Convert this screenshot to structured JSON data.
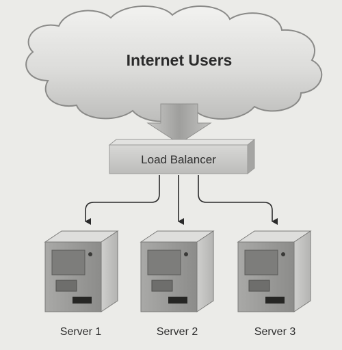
{
  "cloud": {
    "label": "Internet Users"
  },
  "load_balancer": {
    "label": "Load Balancer"
  },
  "servers": [
    {
      "label": "Server 1"
    },
    {
      "label": "Server 2"
    },
    {
      "label": "Server 3"
    }
  ]
}
